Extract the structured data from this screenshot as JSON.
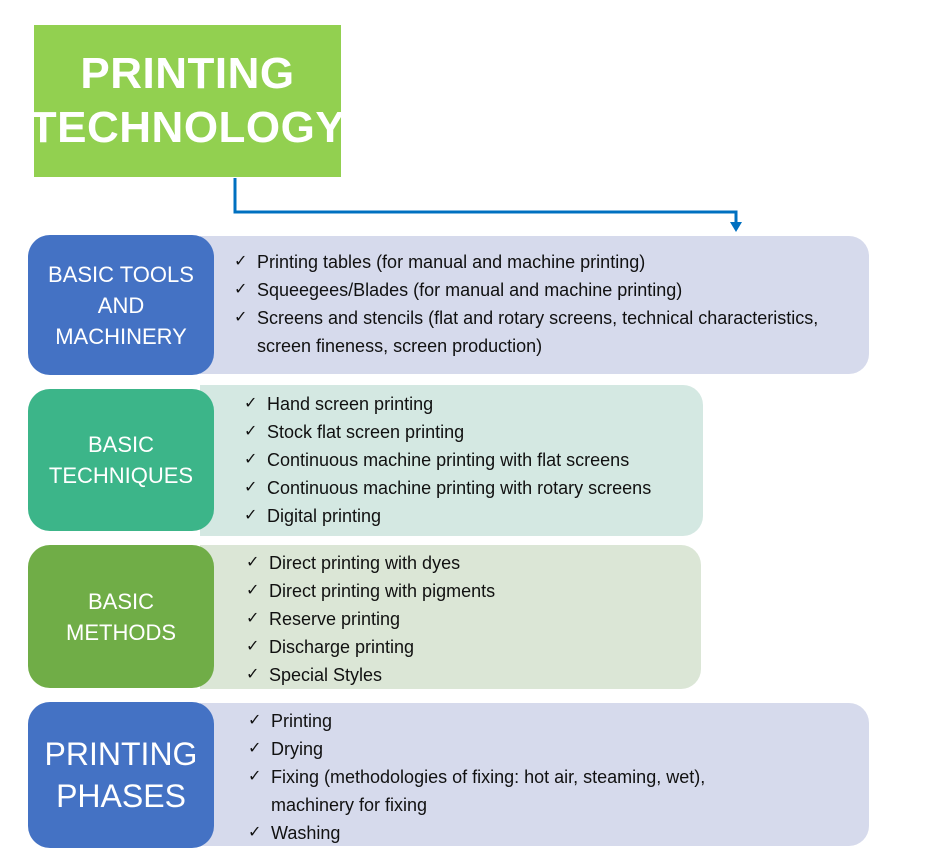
{
  "title": {
    "line1": "PRINTING",
    "line2": "TECHNOLOGY"
  },
  "colors": {
    "title_bg": "#92d050",
    "connector": "#0070c0",
    "tools_label": "#4472c4",
    "techniques_label": "#3cb589",
    "methods_label": "#70ad47",
    "tools_content": "#d6daec",
    "techniques_content": "#d4e8e2",
    "methods_content": "#dbe6d6",
    "phases_content": "#d6daec"
  },
  "sections": [
    {
      "label": [
        "BASIC TOOLS",
        "AND",
        "MACHINERY"
      ],
      "items": [
        [
          "Printing tables (for manual and machine printing)"
        ],
        [
          "Squeegees/Blades (for manual and machine printing)"
        ],
        [
          "Screens and stencils (flat and rotary screens, technical characteristics,",
          "screen fineness, screen production)"
        ]
      ]
    },
    {
      "label": [
        "BASIC",
        "TECHNIQUES"
      ],
      "items": [
        [
          "Hand screen printing"
        ],
        [
          "Stock flat screen printing"
        ],
        [
          "Continuous machine printing with flat screens"
        ],
        [
          "Continuous machine printing with rotary screens"
        ],
        [
          "Digital printing"
        ]
      ]
    },
    {
      "label": [
        "BASIC",
        "METHODS"
      ],
      "items": [
        [
          "Direct printing with dyes"
        ],
        [
          "Direct printing with pigments"
        ],
        [
          "Reserve printing"
        ],
        [
          "Discharge printing"
        ],
        [
          "Special Styles"
        ]
      ]
    },
    {
      "label": [
        "PRINTING",
        "PHASES"
      ],
      "items": [
        [
          "Printing"
        ],
        [
          "Drying"
        ],
        [
          "Fixing (methodologies of fixing: hot air, steaming, wet),",
          "machinery for fixing"
        ],
        [
          "Washing"
        ]
      ]
    }
  ],
  "check_glyph": "✓"
}
